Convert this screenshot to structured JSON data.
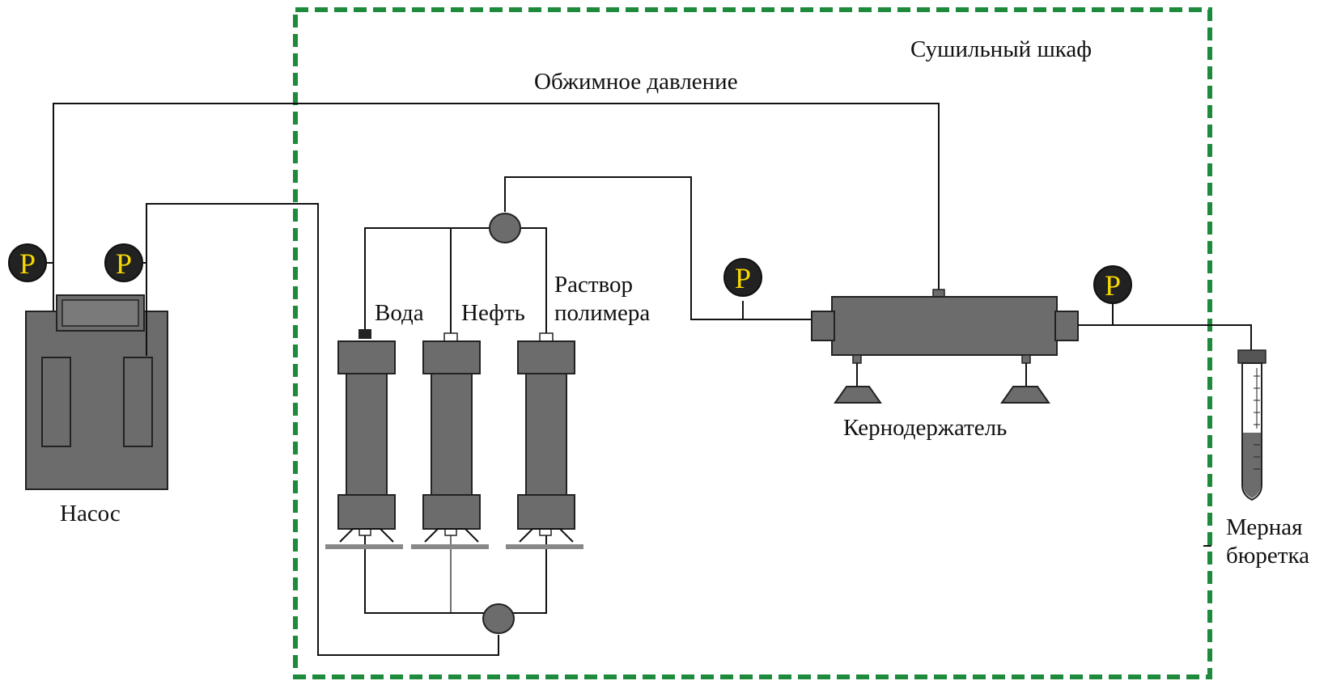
{
  "labels": {
    "drying_cabinet": "Сушильный шкаф",
    "confining_pressure": "Обжимное давление",
    "pump": "Насос",
    "water": "Вода",
    "oil": "Нефть",
    "polymer_solution_line1": "Раствор",
    "polymer_solution_line2": "полимера",
    "core_holder": "Кернодержатель",
    "burette_line1": "Мерная",
    "burette_line2": "бюретка"
  },
  "gauge_symbol": "P",
  "colors": {
    "cabinet_border": "#1e8a3c",
    "equipment_fill": "#6c6c6c",
    "gauge_fill": "#222222",
    "gauge_text": "#f5d800"
  }
}
